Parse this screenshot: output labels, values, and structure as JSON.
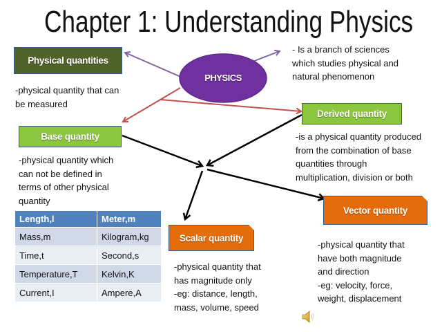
{
  "title": "Chapter 1: Understanding Physics",
  "center": {
    "label": "PHYSICS",
    "color": "#7030a0"
  },
  "physics_definition": "- Is a branch of sciences\nwhich studies physical and\nnatural phenomenon",
  "physical_quantities": {
    "label": "Physical quantities",
    "color": "#4f6228",
    "description": "-physical quantity that can\nbe measured"
  },
  "base_quantity": {
    "label": "Base quantity",
    "color": "#8cc63e",
    "description": "-physical quantity which\ncan not be defined in\nterms of other physical\nquantity"
  },
  "derived_quantity": {
    "label": "Derived quantity",
    "color": "#8cc63e",
    "description": "-is a physical quantity produced\nfrom the combination of base\nquantities through\nmultiplication, division or both"
  },
  "scalar_quantity": {
    "label": "Scalar quantity",
    "color": "#e46c0a",
    "description": "-physical quantity that\nhas magnitude only\n-eg: distance, length,\nmass, volume, speed"
  },
  "vector_quantity": {
    "label": "Vector quantity",
    "color": "#e46c0a",
    "description": "-physical quantity that\nhave both magnitude\nand direction\n-eg: velocity, force,\nweight, displacement"
  },
  "table": {
    "header": [
      "Length,l",
      "Meter,m"
    ],
    "rows": [
      [
        "Mass,m",
        "Kilogram,kg"
      ],
      [
        "Time,t",
        "Second,s"
      ],
      [
        "Temperature,T",
        "Kelvin,K"
      ],
      [
        "Current,I",
        "Ampere,A"
      ]
    ],
    "header_color": "#4f81bd"
  },
  "icons": {
    "audio": "speaker-icon"
  },
  "link_colors": {
    "purple": "#8064a2",
    "red": "#c0504d",
    "black": "#000000"
  }
}
